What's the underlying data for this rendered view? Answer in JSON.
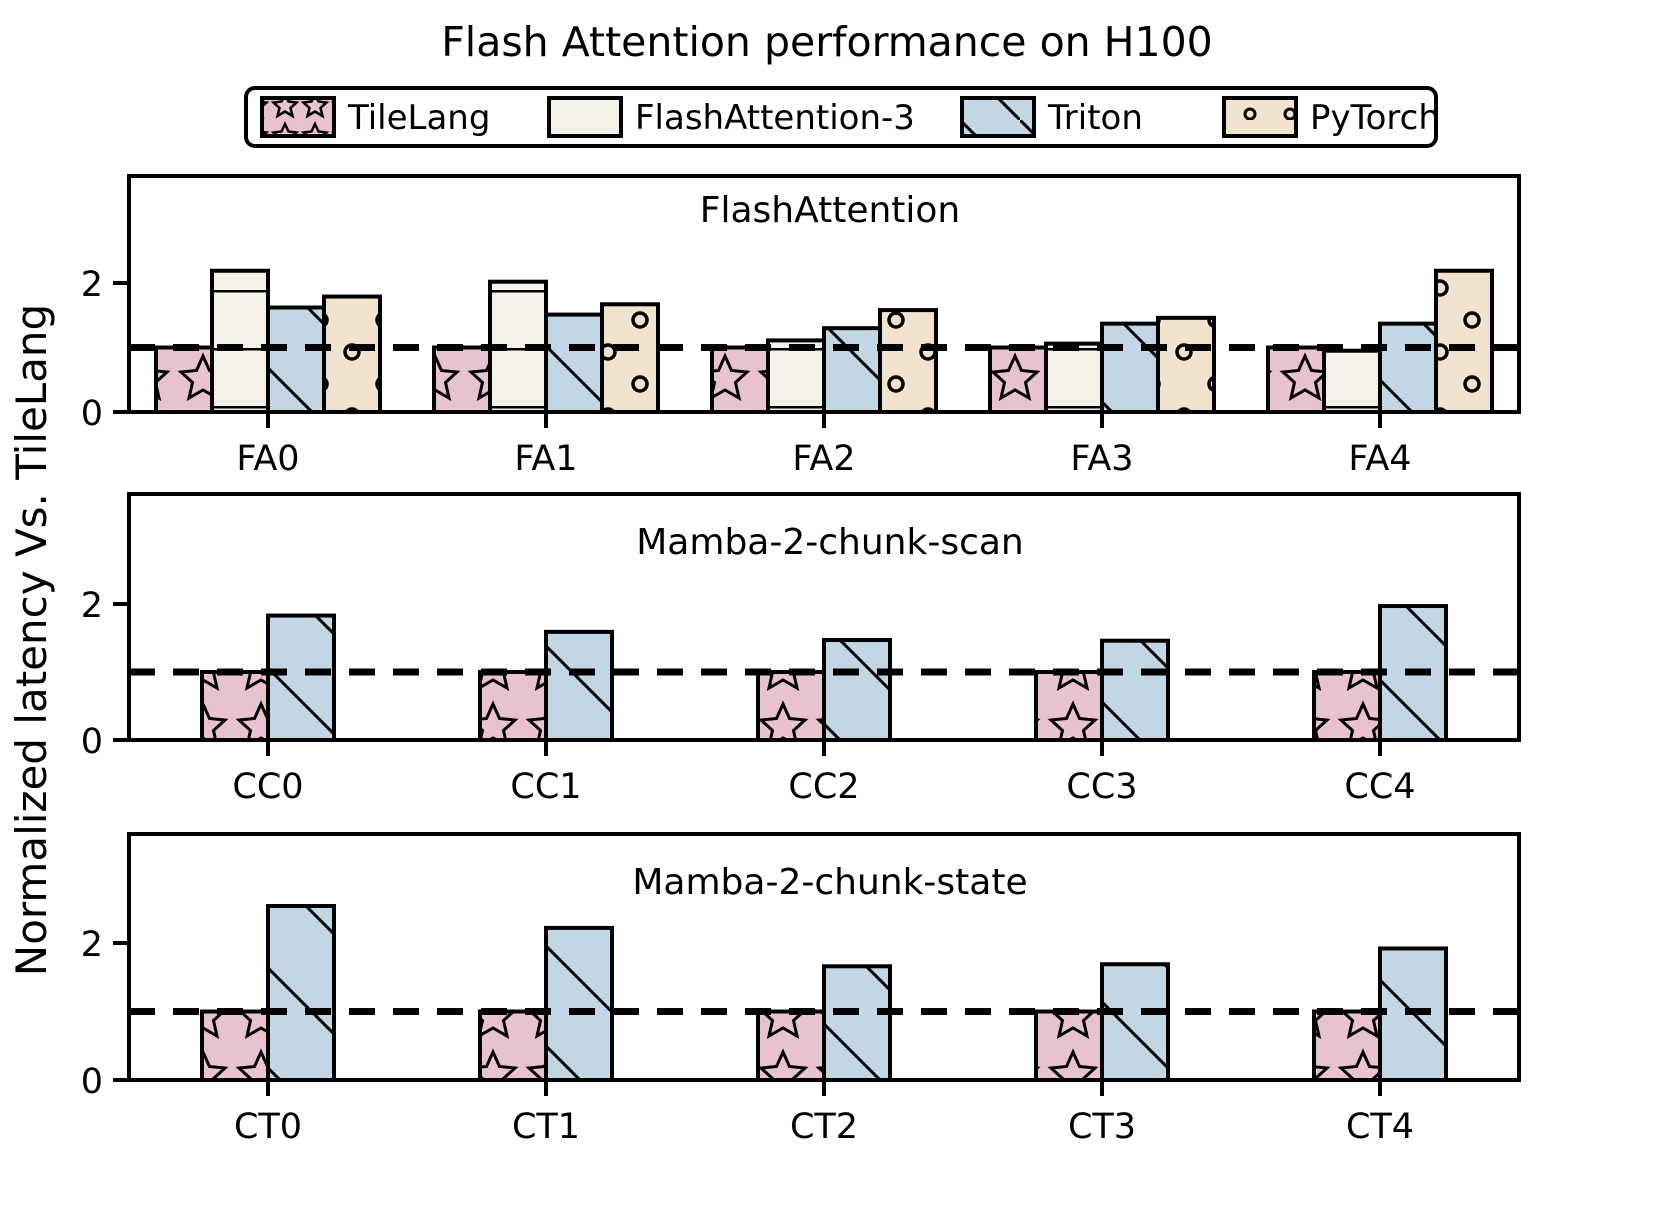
{
  "figure": {
    "title": "Flash Attention performance on H100",
    "ylabel": "Normalized latency Vs. TileLang"
  },
  "legend": {
    "entries": [
      {
        "label": "TileLang",
        "color": "#e8c3cf",
        "hatch": "star"
      },
      {
        "label": "FlashAttention-3",
        "color": "#f4f1e8",
        "hatch": "horizontal"
      },
      {
        "label": "Triton",
        "color": "#c3d6e4",
        "hatch": "diagonal"
      },
      {
        "label": "PyTorch",
        "color": "#f0e2cc",
        "hatch": "circle"
      }
    ]
  },
  "chart_data": [
    {
      "type": "bar",
      "title": "FlashAttention",
      "xlabel": "",
      "ylabel": "Normalized latency Vs. TileLang",
      "categories": [
        "FA0",
        "FA1",
        "FA2",
        "FA3",
        "FA4"
      ],
      "yticks": [
        0,
        2
      ],
      "ylim": [
        0,
        2.75
      ],
      "reference_line": 1.0,
      "grid": false,
      "legend_position": "figure-top",
      "series": [
        {
          "name": "TileLang",
          "values": [
            1.0,
            1.0,
            1.0,
            1.0,
            1.0
          ]
        },
        {
          "name": "FlashAttention-3",
          "values": [
            2.19,
            2.02,
            1.11,
            1.06,
            0.95
          ]
        },
        {
          "name": "Triton",
          "values": [
            1.62,
            1.51,
            1.3,
            1.37,
            1.37
          ]
        },
        {
          "name": "PyTorch",
          "values": [
            1.79,
            1.67,
            1.58,
            1.46,
            2.19
          ]
        }
      ]
    },
    {
      "type": "bar",
      "title": "Mamba-2-chunk-scan",
      "xlabel": "",
      "ylabel": "Normalized latency Vs. TileLang",
      "categories": [
        "CC0",
        "CC1",
        "CC2",
        "CC3",
        "CC4"
      ],
      "yticks": [
        0,
        2
      ],
      "ylim": [
        0,
        2.75
      ],
      "reference_line": 1.0,
      "grid": false,
      "series": [
        {
          "name": "TileLang",
          "values": [
            1.0,
            1.0,
            1.0,
            1.0,
            1.0
          ]
        },
        {
          "name": "Triton",
          "values": [
            1.83,
            1.59,
            1.47,
            1.46,
            1.97
          ]
        }
      ]
    },
    {
      "type": "bar",
      "title": "Mamba-2-chunk-state",
      "xlabel": "",
      "ylabel": "Normalized latency Vs. TileLang",
      "categories": [
        "CT0",
        "CT1",
        "CT2",
        "CT3",
        "CT4"
      ],
      "yticks": [
        0,
        2
      ],
      "ylim": [
        0,
        2.75
      ],
      "reference_line": 1.0,
      "grid": false,
      "series": [
        {
          "name": "TileLang",
          "values": [
            1.0,
            1.0,
            1.0,
            1.0,
            1.0
          ]
        },
        {
          "name": "Triton",
          "values": [
            2.54,
            2.22,
            1.66,
            1.69,
            1.92
          ]
        }
      ]
    }
  ],
  "axis": {
    "ytick_labels": [
      "2",
      "0"
    ]
  }
}
